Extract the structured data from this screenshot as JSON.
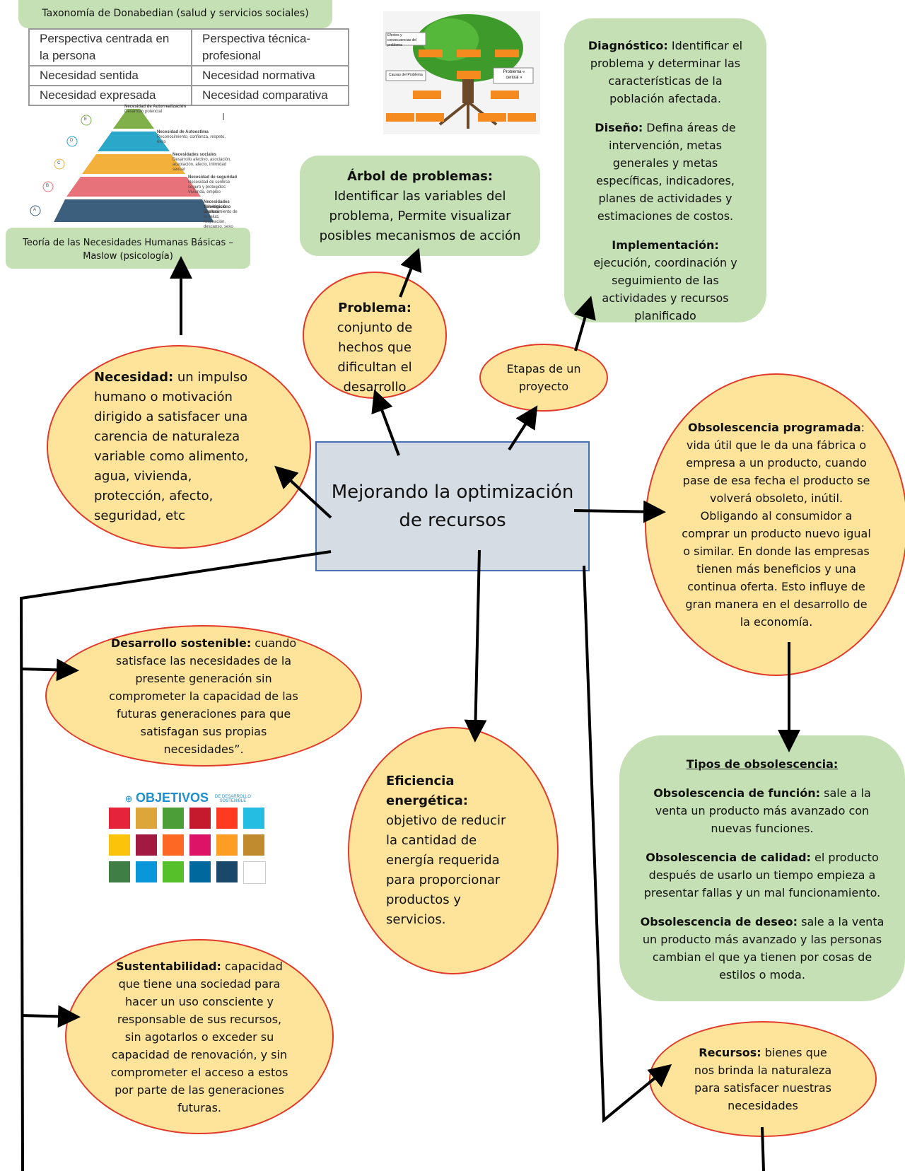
{
  "top_labels": {
    "donabedian": "Taxonomía de Donabedian (salud y servicios sociales)",
    "maslow": "Teoría de las Necesidades Humanas Básicas – Maslow (psicología)"
  },
  "donabedian_table": {
    "rows": [
      [
        "Perspectiva centrada en la persona",
        "Perspectiva técnica-profesional"
      ],
      [
        "Necesidad sentida",
        "Necesidad normativa"
      ],
      [
        "Necesidad expresada",
        "Necesidad comparativa"
      ]
    ]
  },
  "maslow_pyramid": {
    "levels": [
      {
        "letter": "E",
        "title": "Necesidad de Autorrealización",
        "desc": "Desarrollo potencial",
        "color": "#7fb04a"
      },
      {
        "letter": "D",
        "title": "Necesidad de Autoestima",
        "desc": "Reconocimiento, confianza, respeto, éxito",
        "color": "#2aa7c9"
      },
      {
        "letter": "C",
        "title": "Necesidades sociales",
        "desc": "Desarrollo afectivo, asociación, aceptación, afecto, intimidad sexual",
        "color": "#f3b13c"
      },
      {
        "letter": "B",
        "title": "Necesidad de seguridad",
        "desc": "Necesidad de sentirse seguro y protegidos: Vivienda, empleo",
        "color": "#e8727a"
      },
      {
        "letter": "A",
        "title": "Necesidades fisiológicas o básicas",
        "desc": "Alimentación, mantenimiento de la salud, respiración, descanso, sexo",
        "color": "#3b5f7d"
      }
    ]
  },
  "tree_image": {
    "labels": [
      "Efectos y consecuencias del problema",
      "Causas del Problema",
      "Problema « central »"
    ]
  },
  "sdg_image": {
    "title": "OBJETIVOS",
    "subtitle": "DE DESARROLLO SOSTENIBLE",
    "colors": [
      "#e5243b",
      "#dda63a",
      "#4c9f38",
      "#c5192d",
      "#ff3a21",
      "#26bde2",
      "#fcc30b",
      "#a21942",
      "#fd6925",
      "#dd1367",
      "#fd9d24",
      "#bf8b2e",
      "#3f7e44",
      "#0a97d9",
      "#56c02b",
      "#00689d",
      "#19486a",
      "#ffffff"
    ]
  },
  "central": {
    "text": "Mejorando la optimización de recursos"
  },
  "arbol": {
    "term": "Árbol de problemas:",
    "text": " Identificar las variables del problema, Permite visualizar posibles mecanismos de acción"
  },
  "problema": {
    "term": "Problema:",
    "text": " conjunto de hechos que dificultan el desarrollo"
  },
  "necesidad": {
    "term": "Necesidad:",
    "text": " un impulso humano o motivación dirigido a satisfacer una carencia de naturaleza variable como alimento, agua, vivienda, protección, afecto, seguridad, etc"
  },
  "etapas": {
    "text": "Etapas de un proyecto"
  },
  "stages": {
    "diagnostico_term": "Diagnóstico:",
    "diagnostico_text": " Identificar el problema y determinar las características de la población afectada.",
    "diseno_term": "Diseño:",
    "diseno_text": " Defina áreas de intervención, metas generales y metas específicas, indicadores, planes de actividades y estimaciones de costos.",
    "implementacion_term": "Implementación:",
    "implementacion_text": " ejecución, coordinación y seguimiento de las actividades y recursos planificado"
  },
  "obsolescencia": {
    "term": "Obsolescencia programada",
    "text": ": vida útil que le da una fábrica o empresa a un producto, cuando pase de esa fecha el producto se volverá obsoleto, inútil. Obligando al consumidor a comprar un producto nuevo igual o similar. En donde las empresas tienen más beneficios y una continua oferta. Esto influye de gran manera en el desarrollo de la economía."
  },
  "tipos": {
    "title": "Tipos de obsolescencia:",
    "funcion_term": "Obsolescencia de función:",
    "funcion_text": " sale a la venta un producto más avanzado con nuevas funciones.",
    "calidad_term": "Obsolescencia de calidad:",
    "calidad_text": " el producto después de usarlo un tiempo empieza a presentar fallas y un mal funcionamiento.",
    "deseo_term": "Obsolescencia de deseo:",
    "deseo_text": " sale a la venta un producto más avanzado y las personas cambian el que ya tienen por cosas de estilos o moda."
  },
  "desarrollo": {
    "term": "Desarrollo sostenible:",
    "text": " cuando satisface las necesidades de la presente generación sin comprometer la capacidad de las futuras generaciones para que satisfagan sus propias necesidades”."
  },
  "eficiencia": {
    "term": "Eficiencia energética:",
    "text": " objetivo de reducir la cantidad de energía requerida para proporcionar productos y servicios."
  },
  "sustentabilidad": {
    "term": "Sustentabilidad:",
    "text": " capacidad que tiene una sociedad para hacer un uso consciente y responsable de sus recursos, sin agotarlos o exceder su capacidad de renovación, y sin comprometer el acceso a estos por parte de las generaciones futuras."
  },
  "recursos": {
    "term": "Recursos:",
    "text": " bienes que nos brinda la naturaleza para satisfacer nuestras necesidades"
  },
  "colors": {
    "green": "#c5e0b4",
    "ellipse_fill": "#fde49a",
    "ellipse_border": "#e23a2a",
    "central_fill": "#d6dce4",
    "central_border": "#4a6fb0"
  }
}
